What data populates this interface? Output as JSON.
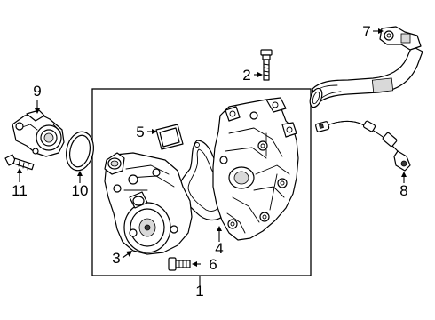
{
  "callouts": {
    "c1": "1",
    "c2": "2",
    "c3": "3",
    "c4": "4",
    "c5": "5",
    "c6": "6",
    "c7": "7",
    "c8": "8",
    "c9": "9",
    "c10": "10",
    "c11": "11"
  },
  "parts": [
    {
      "callout": "1",
      "name": "water-pump-housing-assembly",
      "icon": "housing-assembly-icon"
    },
    {
      "callout": "2",
      "name": "bolt",
      "icon": "bolt-icon"
    },
    {
      "callout": "3",
      "name": "water-pump",
      "icon": "water-pump-icon"
    },
    {
      "callout": "4",
      "name": "housing-gasket",
      "icon": "gasket-icon"
    },
    {
      "callout": "5",
      "name": "seal",
      "icon": "square-seal-icon"
    },
    {
      "callout": "6",
      "name": "bolt",
      "icon": "bolt-icon"
    },
    {
      "callout": "7",
      "name": "coolant-hose",
      "icon": "hose-icon"
    },
    {
      "callout": "8",
      "name": "sensor-harness",
      "icon": "sensor-icon"
    },
    {
      "callout": "9",
      "name": "thermostat",
      "icon": "thermostat-icon"
    },
    {
      "callout": "10",
      "name": "o-ring",
      "icon": "o-ring-icon"
    },
    {
      "callout": "11",
      "name": "bolt",
      "icon": "bolt-icon"
    }
  ]
}
